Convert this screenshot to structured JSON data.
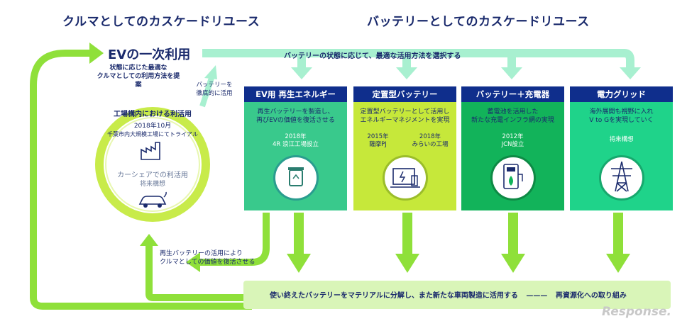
{
  "headers": {
    "car_cascade": "クルマとしてのカスケードリユース",
    "battery_cascade": "バッテリーとしてのカスケードリユース"
  },
  "ev_first_use": {
    "title": "EVの一次利用",
    "subtitle": "状態に応じた最適な\nクルマとしての利用方法を提案"
  },
  "battery_maximize": "バッテリーを\n徹底的に活用",
  "top_arrow_label": "バッテリーの状態に応じて、最適な活用方法を選択する",
  "circle": {
    "title": "工場構内における利活用",
    "date_line": "2018年10月",
    "trial_line": "千葉市内大規模工場にてトライアル",
    "carshare": "カーシェアでの利活用",
    "carshare_status": "将来構想"
  },
  "cards": [
    {
      "title": "EV用 再生エネルギー",
      "desc": "再生バッテリーを製造し、\n再びEVの価値を復活させる",
      "sub": "2018年\n4R 浪江工場設立",
      "icon": "recycle-bin-icon"
    },
    {
      "title": "定置型バッテリー",
      "desc": "定置型バッテリーとして活用し\nエネルギーマネジメントを実現",
      "sub_left": "2015年\n薩摩PJ",
      "sub_right": "2018年\nみらいの工場",
      "icon": "solar-battery-icon"
    },
    {
      "title": "バッテリー＋充電器",
      "desc": "蓄電池を活用した\n新たな充電インフラ網の実現",
      "sub": "2012年\nJCN設立",
      "icon": "charging-station-icon"
    },
    {
      "title": "電力グリッド",
      "desc": "海外展開も視野に入れ\nV to Gを実現していく",
      "sub": "将来構想",
      "icon": "power-tower-icon"
    }
  ],
  "revival_label": "再生バッテリーの活用により\nクルマとしての価値を復活させる",
  "bottom_bar": {
    "text": "使い終えたバッテリーをマテリアルに分解し、また新たな車両製造に活用する",
    "dash": "———",
    "text2": "再資源化への取り組み"
  },
  "watermark": "Response."
}
